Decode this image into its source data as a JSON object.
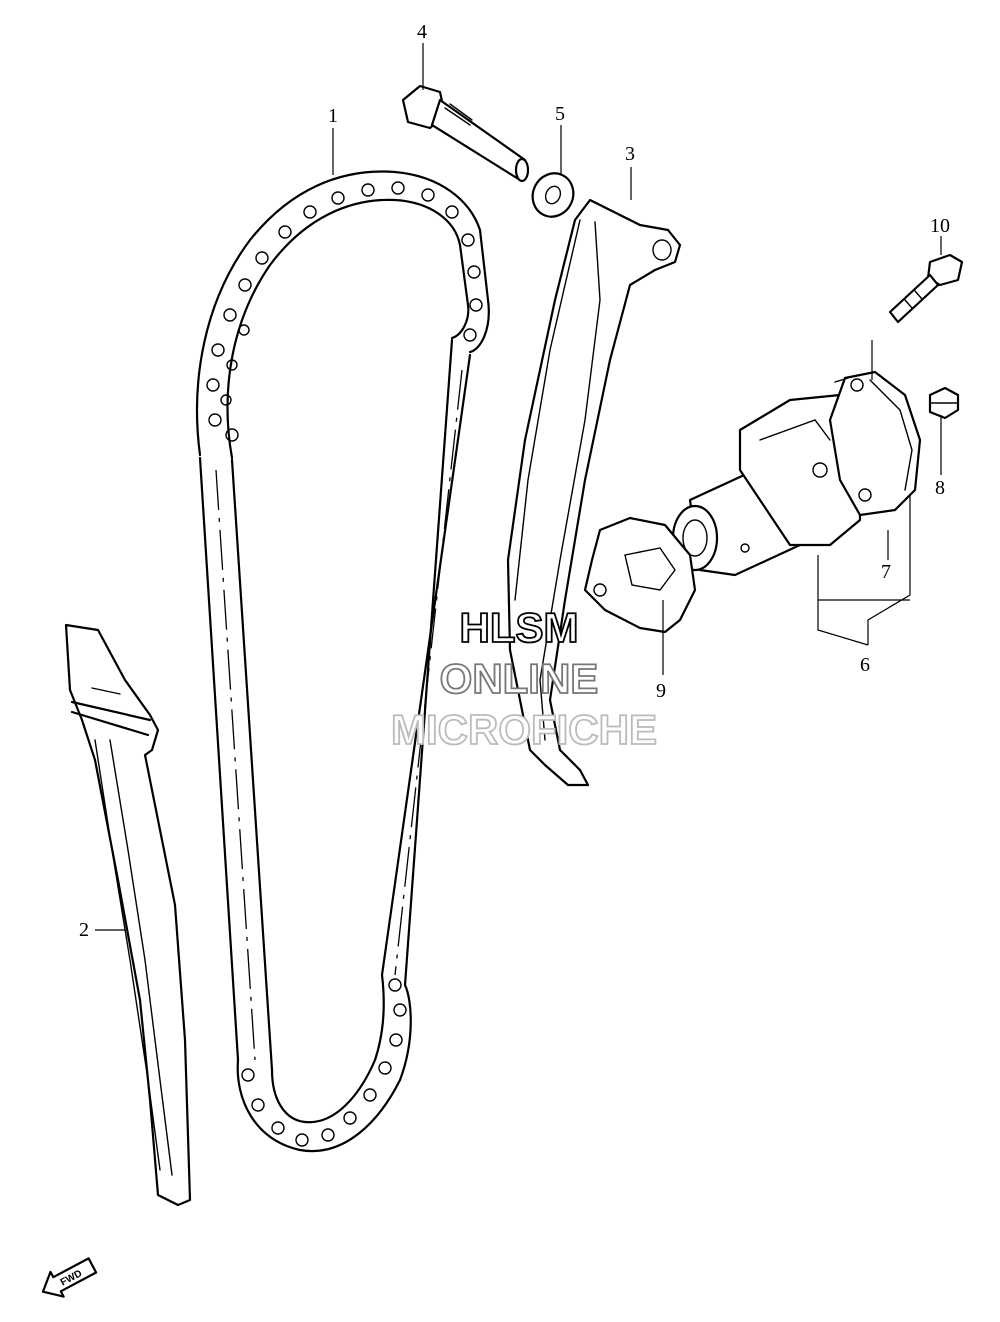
{
  "callouts": {
    "c1": "1",
    "c2": "2",
    "c3": "3",
    "c4": "4",
    "c5": "5",
    "c6": "6",
    "c7": "7",
    "c8": "8",
    "c9": "9",
    "c10": "10"
  },
  "watermark": {
    "line1": "HLSM",
    "line2": "ONLINE",
    "line3": "MICROFICHE"
  },
  "fwd_label": "FWD",
  "colors": {
    "line": "#000000",
    "background": "#ffffff",
    "watermark_outline": "#888888"
  }
}
